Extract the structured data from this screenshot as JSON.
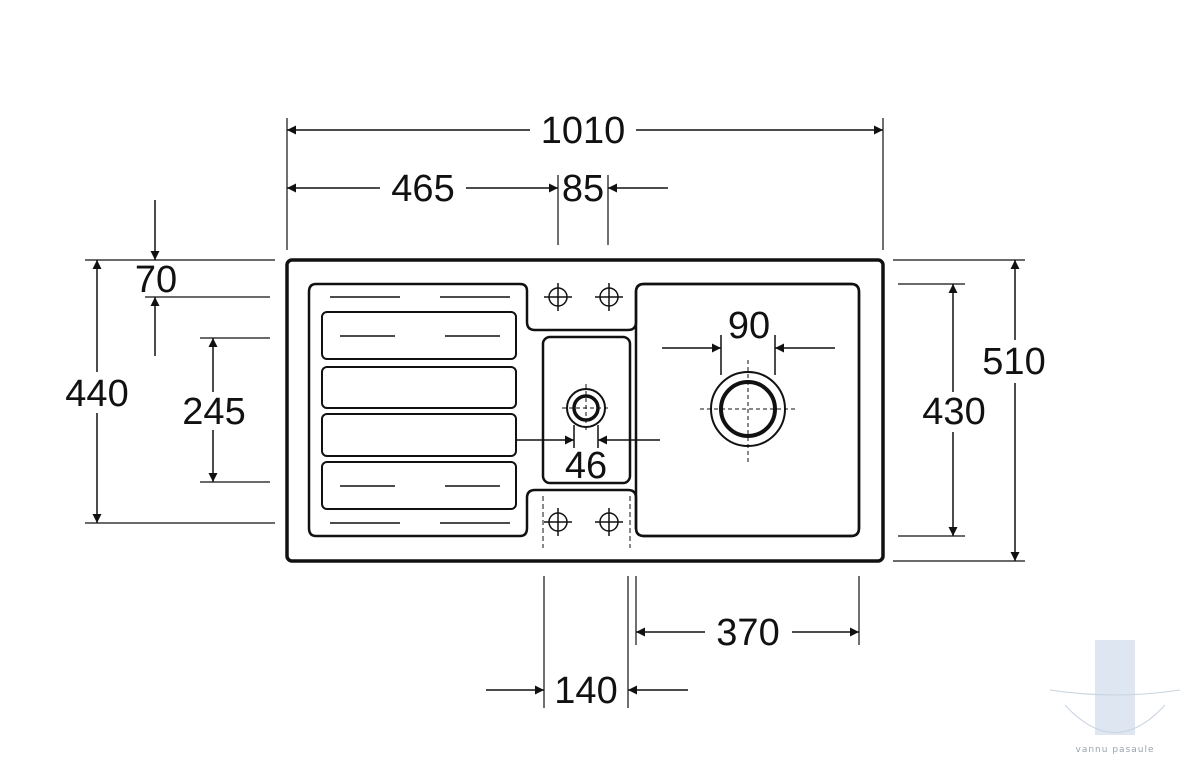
{
  "colors": {
    "ink": "#111111",
    "line": "#222222",
    "watermark": "#cfdcec"
  },
  "dimensions": {
    "overall_width": "1010",
    "drainer_width": "465",
    "tap_gap": "85",
    "rim_depth": "70",
    "inner_depth": "440",
    "drainer_depth": "245",
    "small_waste": "46",
    "main_waste": "90",
    "bowl_depth": "430",
    "overall_depth": "510",
    "bowl_width": "370",
    "small_bowl_width": "140"
  },
  "watermark": {
    "text": "vannu pasaule",
    "icon": "logo-icon"
  }
}
